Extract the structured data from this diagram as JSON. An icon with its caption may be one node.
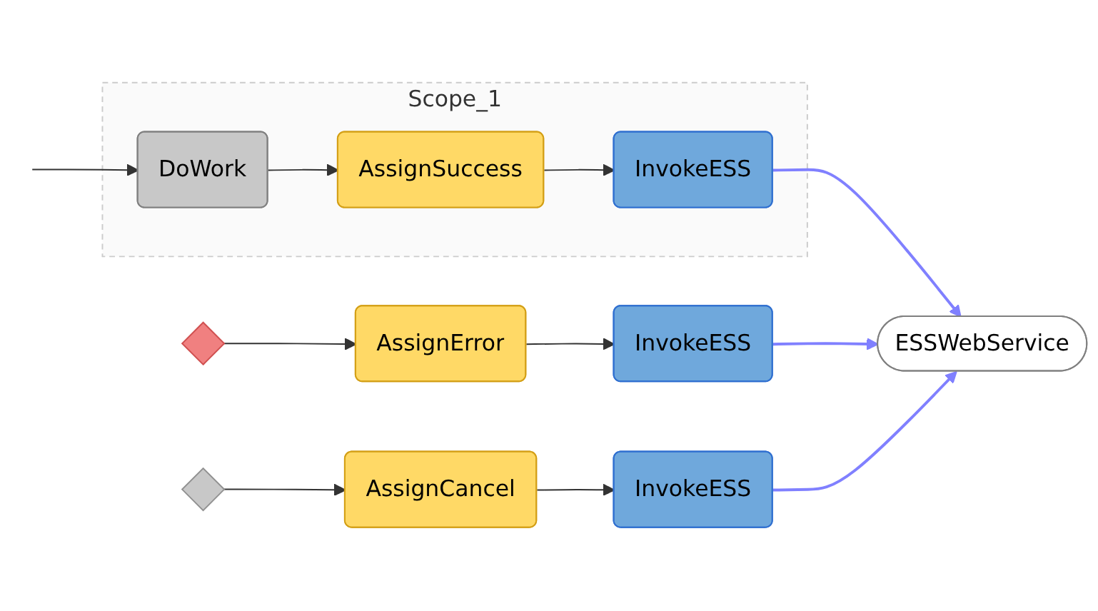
{
  "diagram": {
    "nodes": [
      {
        "text": [
          "Scope_1"
        ]
      },
      {
        "text": [
          "DoWork"
        ],
        "in": 0
      },
      {
        "text": [
          "AssignSuccess"
        ],
        "in": 0
      },
      {
        "text": [
          "InvokeESS"
        ],
        "in": 0
      },
      {
        "text": [],
        "shape": "diamond"
      },
      {
        "text": [
          "AssignError"
        ]
      },
      {
        "text": [
          "InvokeESS"
        ]
      },
      {
        "text": [],
        "shape": "diamond"
      },
      {
        "text": [
          "AssignCancel"
        ]
      },
      {
        "text": [
          "InvokeESS"
        ]
      },
      {
        "text": [
          "ESSWebService"
        ]
      }
    ],
    "edges": [
      {
        "from": null,
        "to": 1,
        "arrow": "to"
      },
      {
        "from": 1,
        "to": 2,
        "arrow": "to"
      },
      {
        "from": 2,
        "to": 3,
        "arrow": "to"
      },
      {
        "from": 4,
        "to": 5,
        "arrow": "to"
      },
      {
        "from": 5,
        "to": 6,
        "arrow": "to"
      },
      {
        "from": 7,
        "to": 8,
        "arrow": "to"
      },
      {
        "from": 8,
        "to": 9,
        "arrow": "to"
      },
      {
        "from": 3,
        "to": 10,
        "arrow": "to",
        "color": "#8080ff"
      },
      {
        "from": 6,
        "to": 10,
        "arrow": "to",
        "color": "#8080ff"
      },
      {
        "from": 9,
        "to": 10,
        "arrow": "to",
        "color": "#8080ff"
      }
    ]
  }
}
